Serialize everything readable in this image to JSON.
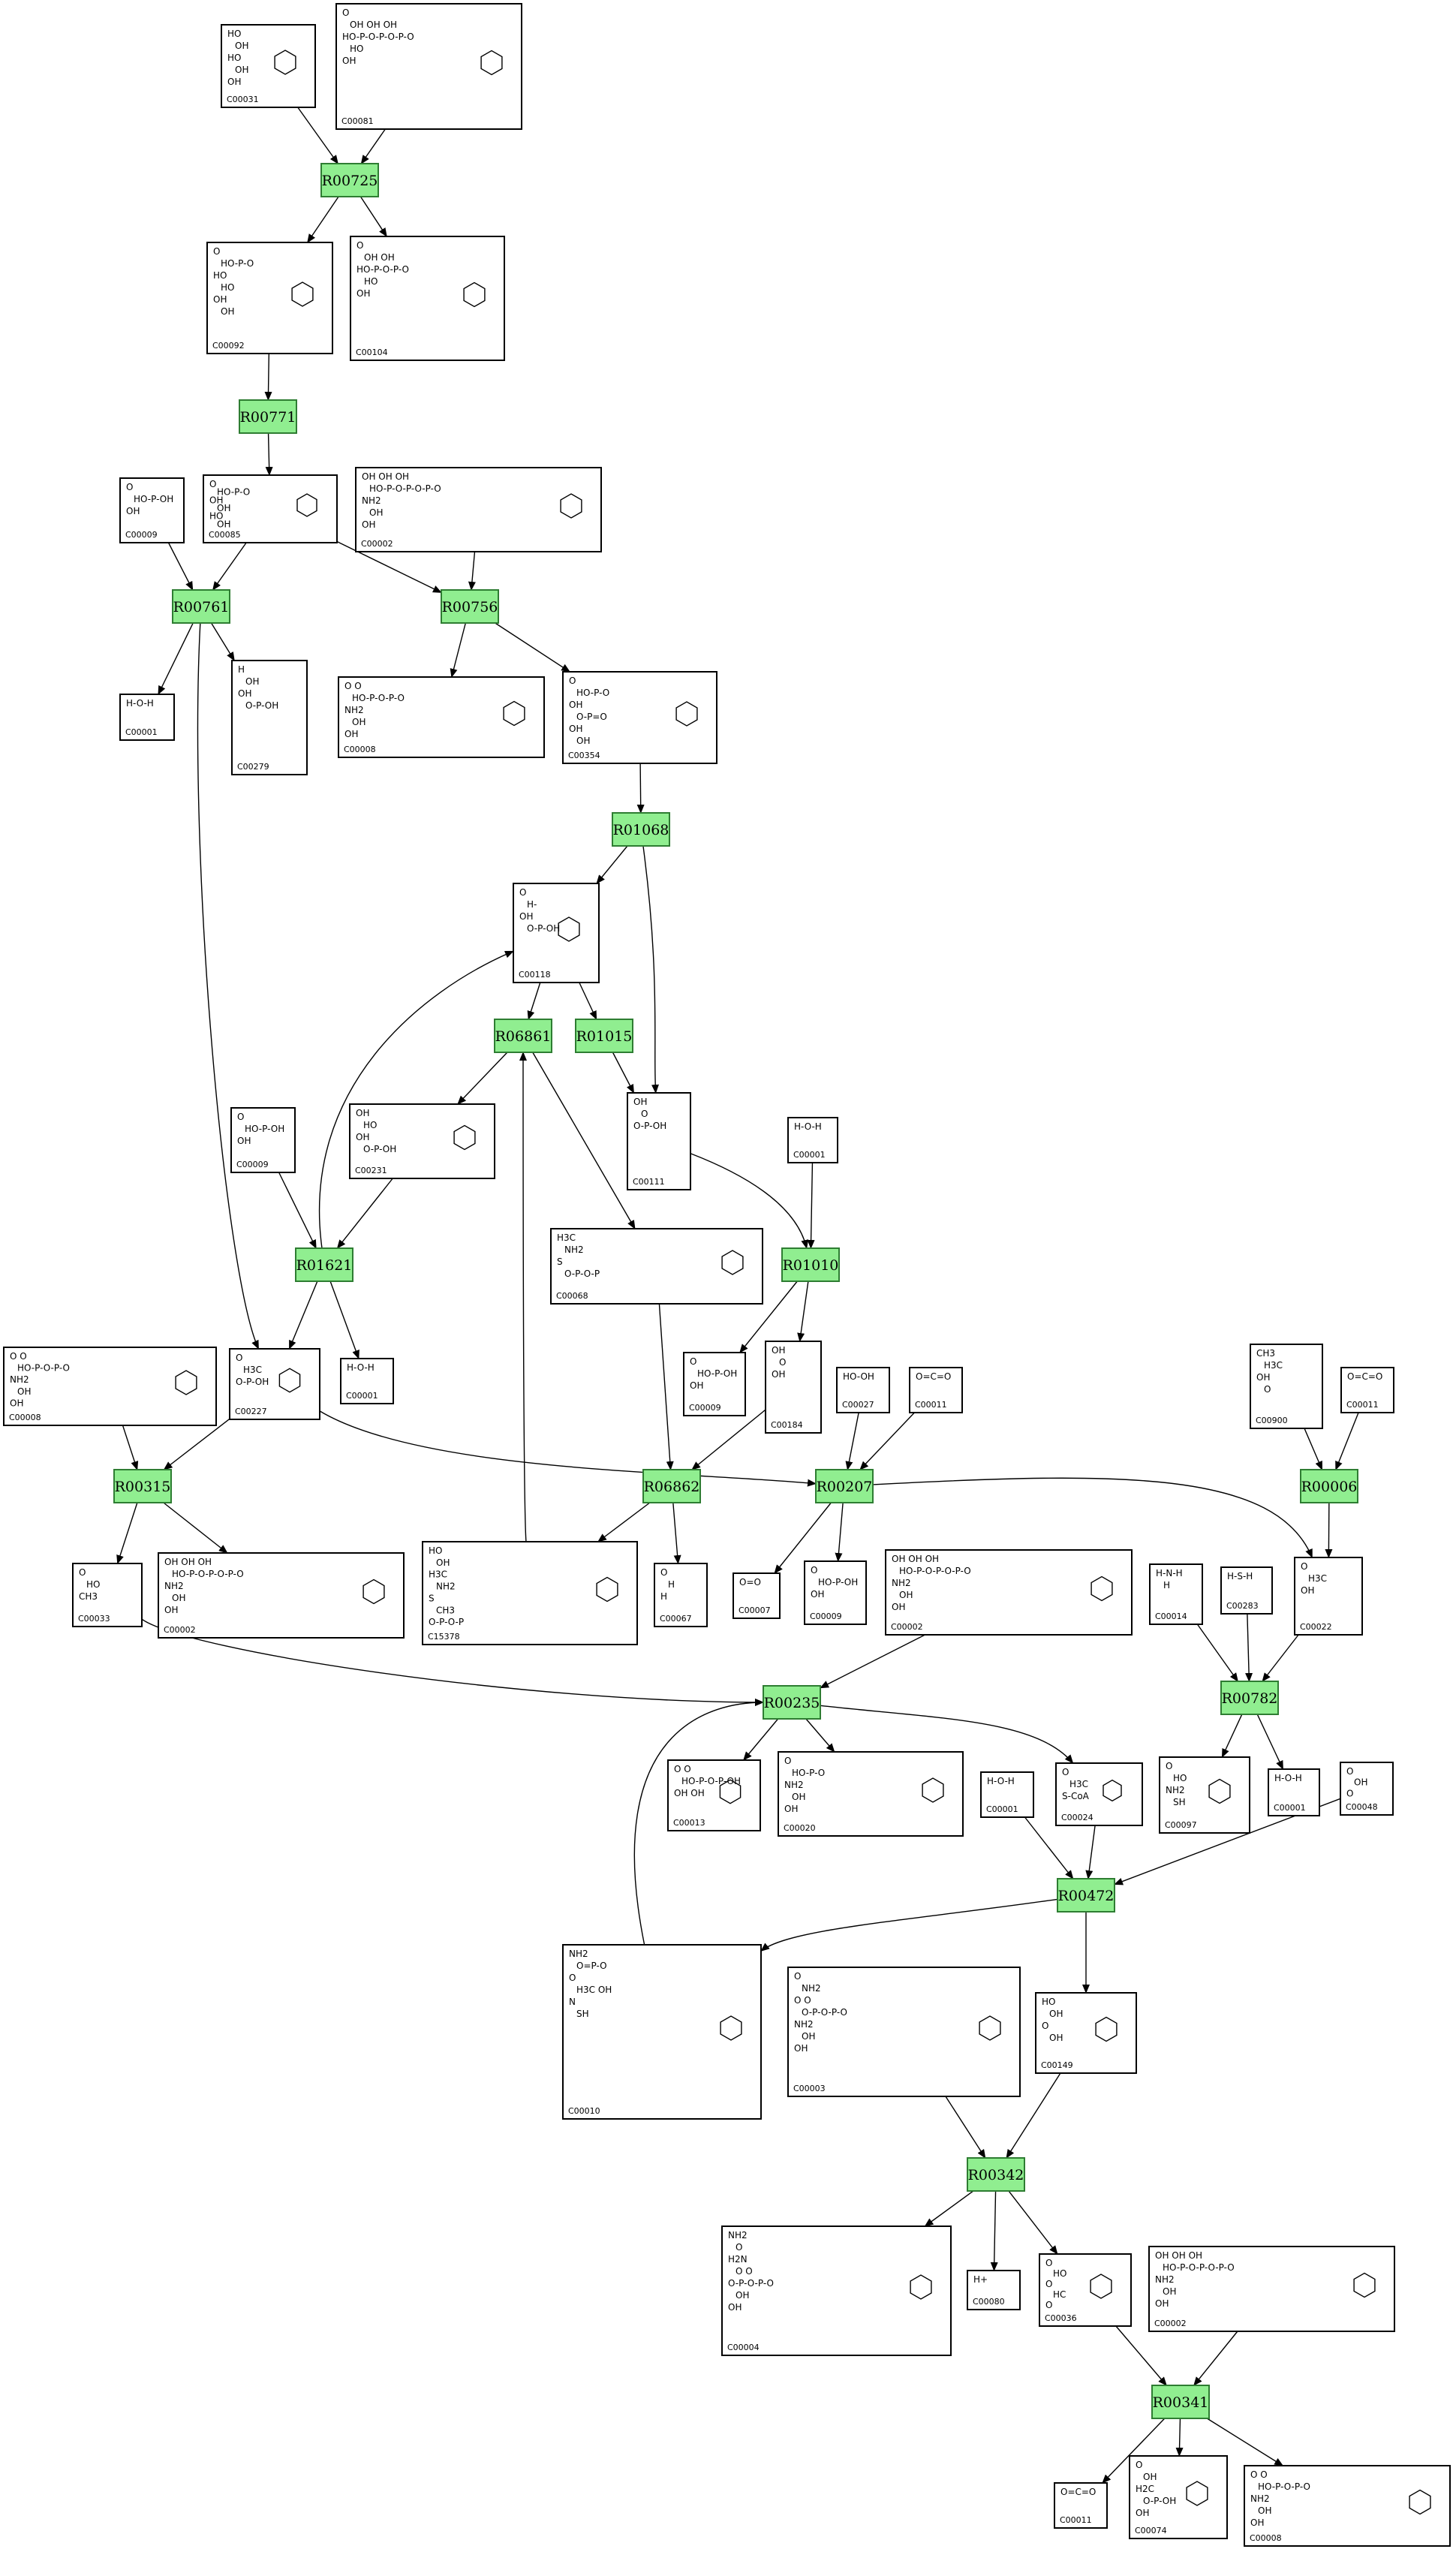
{
  "reactions": [
    "R00725",
    "R00771",
    "R00761",
    "R00756",
    "R01068",
    "R06861",
    "R01015",
    "R01621",
    "R01010",
    "R00315",
    "R06862",
    "R00207",
    "R00006",
    "R00235",
    "R00782",
    "R00472",
    "R00342",
    "R00341"
  ],
  "compounds": [
    {
      "id": "C00031",
      "formula": [
        "HO",
        "OH",
        "HO",
        "OH",
        "OH"
      ]
    },
    {
      "id": "C00081",
      "formula": [
        "O",
        "OH OH OH",
        "HO-P-O-P-O-P-O",
        "HO",
        "OH"
      ]
    },
    {
      "id": "C00092",
      "formula": [
        "O",
        "HO-P-O",
        "HO",
        "HO",
        "OH",
        "OH"
      ]
    },
    {
      "id": "C00104",
      "formula": [
        "O",
        "OH OH",
        "HO-P-O-P-O",
        "HO",
        "OH"
      ]
    },
    {
      "id": "C00009",
      "formula": [
        "O",
        "HO-P-OH",
        "OH"
      ]
    },
    {
      "id": "C00085",
      "formula": [
        "O",
        "HO-P-O",
        "OH",
        "OH",
        "HO",
        "OH"
      ]
    },
    {
      "id": "C00002",
      "formula": [
        "OH OH OH",
        "HO-P-O-P-O-P-O",
        "NH2",
        "OH",
        "OH"
      ]
    },
    {
      "id": "C00001",
      "formula": [
        "H-O-H"
      ]
    },
    {
      "id": "C00279",
      "formula": [
        "H",
        "OH",
        "OH",
        "O-P-OH"
      ]
    },
    {
      "id": "C00008",
      "formula": [
        "O O",
        "HO-P-O-P-O",
        "NH2",
        "OH",
        "OH"
      ]
    },
    {
      "id": "C00354",
      "formula": [
        "O",
        "HO-P-O",
        "OH",
        "O-P=O",
        "OH",
        "OH"
      ]
    },
    {
      "id": "C00118",
      "formula": [
        "O",
        "H-",
        "OH",
        "O-P-OH"
      ]
    },
    {
      "id": "C00231",
      "formula": [
        "OH",
        "HO",
        "OH",
        "O-P-OH"
      ]
    },
    {
      "id": "C00111",
      "formula": [
        "OH",
        "O",
        "O-P-OH"
      ]
    },
    {
      "id": "C00068",
      "formula": [
        "H3C",
        "NH2",
        "S",
        "O-P-O-P"
      ]
    },
    {
      "id": "C00227",
      "formula": [
        "O",
        "H3C",
        "O-P-OH"
      ]
    },
    {
      "id": "C00184",
      "formula": [
        "OH",
        "O",
        "OH"
      ]
    },
    {
      "id": "C00027",
      "formula": [
        "HO-OH"
      ]
    },
    {
      "id": "C00011",
      "formula": [
        "O=C=O"
      ]
    },
    {
      "id": "C00900",
      "formula": [
        "CH3",
        "H3C",
        "OH",
        "O"
      ]
    },
    {
      "id": "C15378",
      "formula": [
        "HO",
        "OH",
        "H3C",
        "NH2",
        "S",
        "CH3",
        "O-P-O-P"
      ]
    },
    {
      "id": "C00033",
      "formula": [
        "O",
        "HO",
        "CH3"
      ]
    },
    {
      "id": "C00067",
      "formula": [
        "O",
        "H",
        "H"
      ]
    },
    {
      "id": "C00007",
      "formula": [
        "O=O"
      ]
    },
    {
      "id": "C00022",
      "formula": [
        "O",
        "H3C",
        "OH"
      ]
    },
    {
      "id": "C00014",
      "formula": [
        "H-N-H",
        "H"
      ]
    },
    {
      "id": "C00283",
      "formula": [
        "H-S-H"
      ]
    },
    {
      "id": "C00013",
      "formula": [
        "O O",
        "HO-P-O-P-OH",
        "OH OH"
      ]
    },
    {
      "id": "C00020",
      "formula": [
        "O",
        "HO-P-O",
        "NH2",
        "OH",
        "OH"
      ]
    },
    {
      "id": "C00024",
      "formula": [
        "O",
        "H3C",
        "S-CoA"
      ]
    },
    {
      "id": "C00097",
      "formula": [
        "O",
        "HO",
        "NH2",
        "SH"
      ]
    },
    {
      "id": "C00048",
      "formula": [
        "O",
        "OH",
        "O"
      ]
    },
    {
      "id": "C00010",
      "formula": [
        "NH2",
        "O=P-O",
        "O",
        "H3C OH",
        "N",
        "SH"
      ]
    },
    {
      "id": "C00003",
      "formula": [
        "O",
        "NH2",
        "O O",
        "O-P-O-P-O",
        "NH2",
        "OH",
        "OH"
      ]
    },
    {
      "id": "C00149",
      "formula": [
        "HO",
        "OH",
        "O",
        "OH"
      ]
    },
    {
      "id": "C00004",
      "formula": [
        "NH2",
        "O",
        "H2N",
        "O O",
        "O-P-O-P-O",
        "OH",
        "OH"
      ]
    },
    {
      "id": "C00080",
      "formula": [
        "H+"
      ]
    },
    {
      "id": "C00036",
      "formula": [
        "O",
        "HO",
        "O",
        "HC",
        "O"
      ]
    },
    {
      "id": "C00074",
      "formula": [
        "O",
        "OH",
        "H2C",
        "O-P-OH",
        "OH"
      ]
    }
  ]
}
